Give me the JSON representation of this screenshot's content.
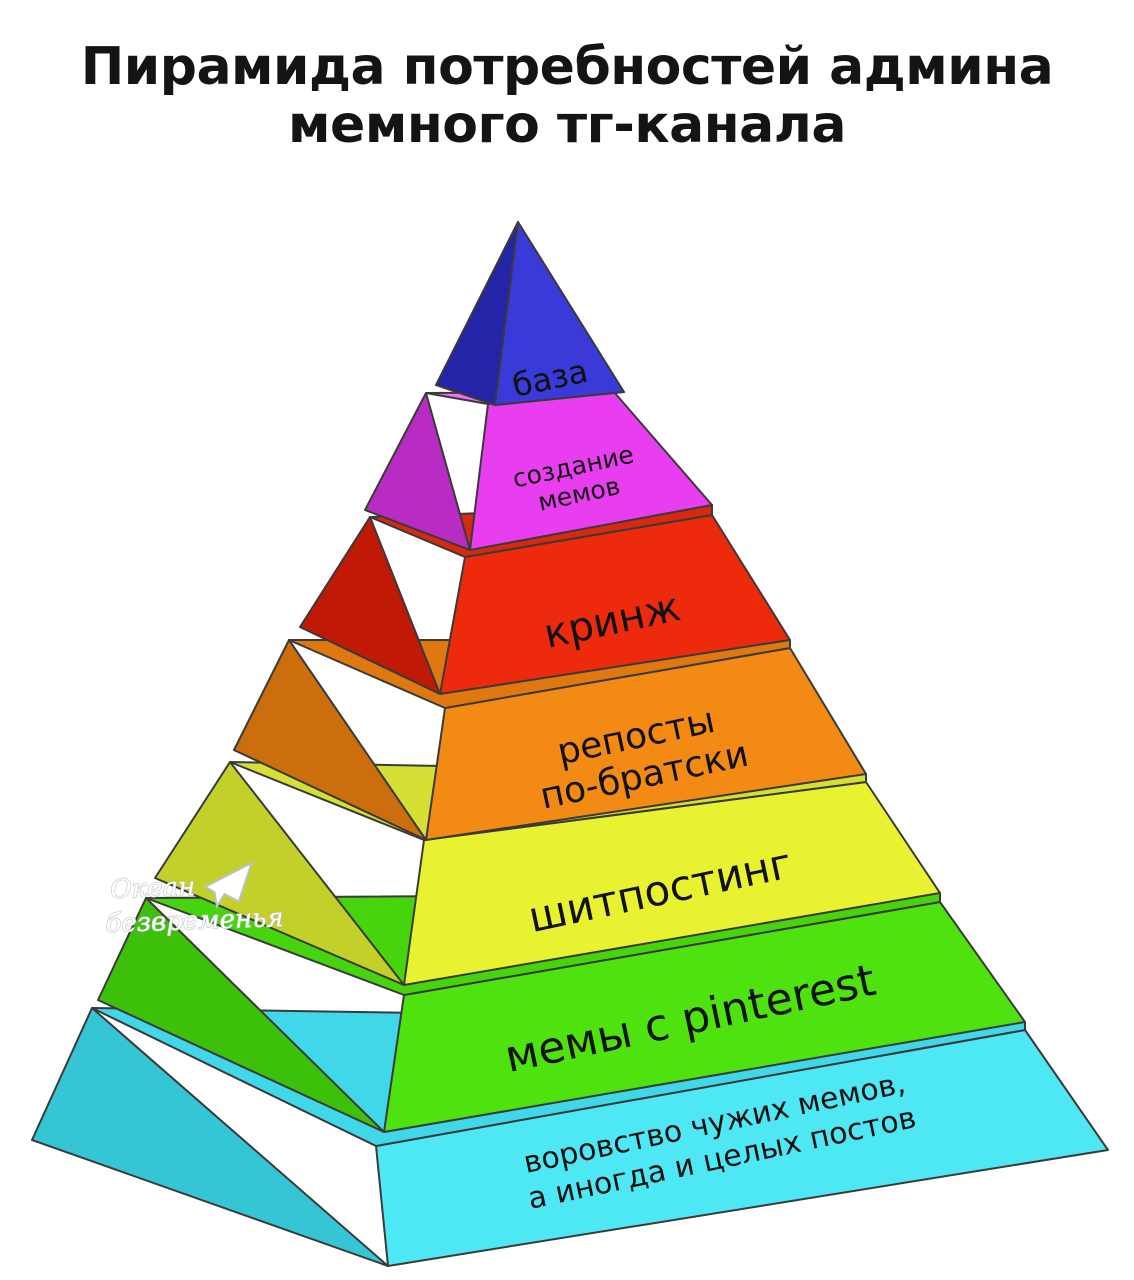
{
  "title": {
    "line1": "Пирамида потребностей админа",
    "line2": "мемного тг-канала"
  },
  "levels": [
    {
      "id": "top",
      "lines": [
        "база"
      ],
      "front": "#3a3ad8",
      "side": "#2424a8",
      "top": "#5252f0"
    },
    {
      "id": "l2",
      "lines": [
        "создание",
        "мемов"
      ],
      "front": "#e83ef0",
      "side": "#b82cc4",
      "top": "#f070f5"
    },
    {
      "id": "l3",
      "lines": [
        "кринж"
      ],
      "front": "#ee2a0c",
      "side": "#c01a06",
      "top": "#d8280e"
    },
    {
      "id": "l4",
      "lines": [
        "репосты",
        "по-братски"
      ],
      "front": "#f28a14",
      "side": "#cc6e0c",
      "top": "#e07810"
    },
    {
      "id": "l5",
      "lines": [
        "шитпостинг"
      ],
      "front": "#e8f230",
      "side": "#c4d02a",
      "top": "#d6e034"
    },
    {
      "id": "l6",
      "lines": [
        "мемы с pinterest"
      ],
      "front": "#4ee20e",
      "side": "#3cc00a",
      "top": "#46d40c"
    },
    {
      "id": "base",
      "lines": [
        "воровство чужих мемов,",
        "а иногда и целых постов"
      ],
      "front": "#4ee8f4",
      "side": "#34c6d4",
      "top": "#40d8e8"
    }
  ],
  "watermark": {
    "line1": "Океан",
    "line2": "безвременья"
  }
}
